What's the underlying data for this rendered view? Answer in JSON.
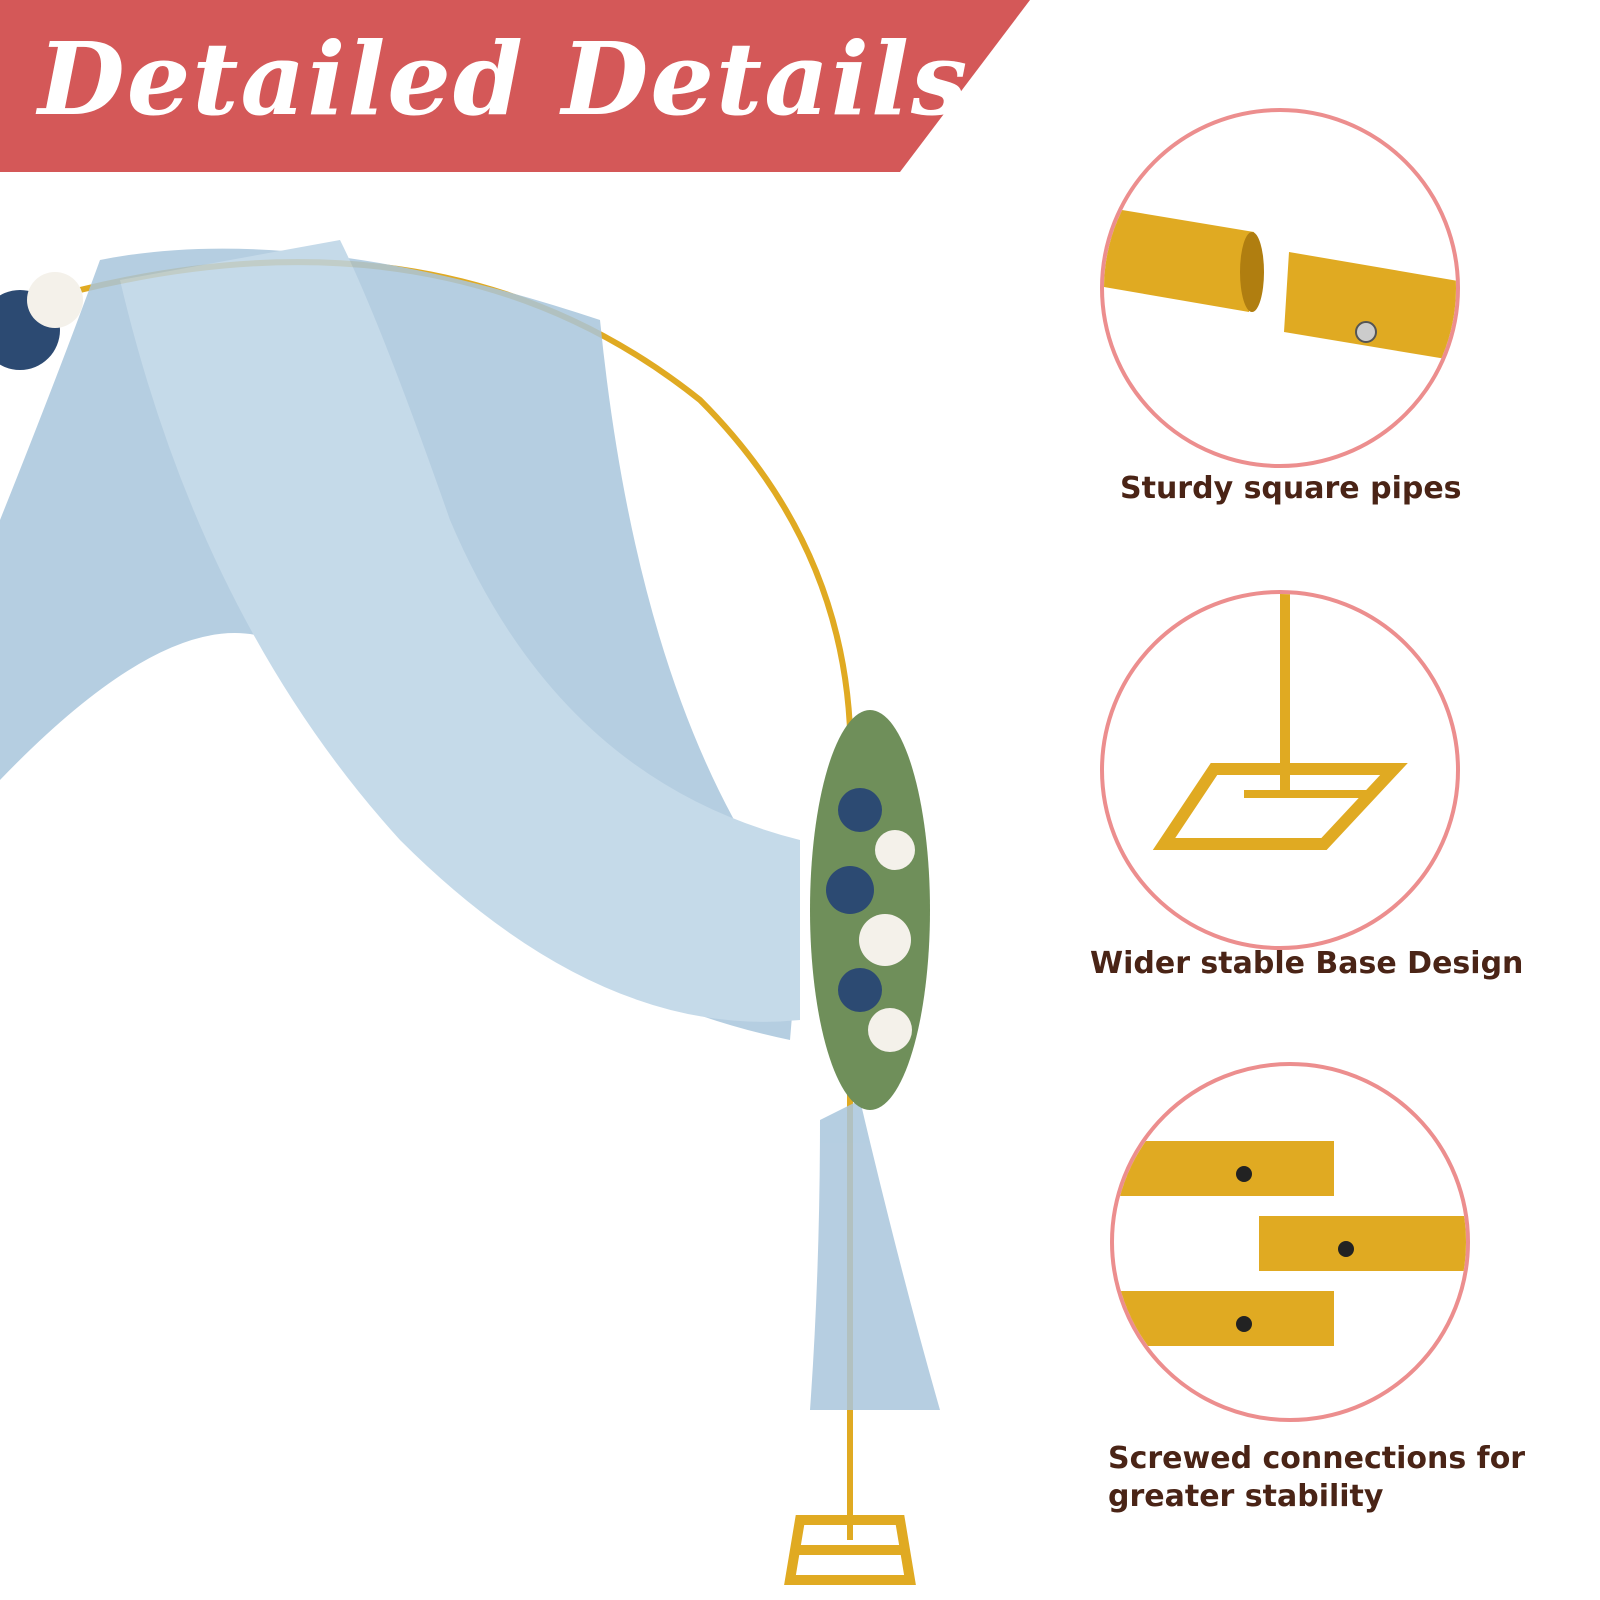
{
  "banner": {
    "title": "Detailed Details",
    "color": "#d45858"
  },
  "details": [
    {
      "icon": "pipe-joint-icon",
      "caption": "Sturdy square pipes"
    },
    {
      "icon": "base-frame-icon",
      "caption": "Wider stable Base Design"
    },
    {
      "icon": "screw-pipes-icon",
      "caption": "Screwed connections for greater stability"
    }
  ],
  "colors": {
    "gold": "#e0aa22",
    "drape": "#a9c6dc",
    "caption": "#4a2416",
    "ring": "#ec8e8e"
  }
}
